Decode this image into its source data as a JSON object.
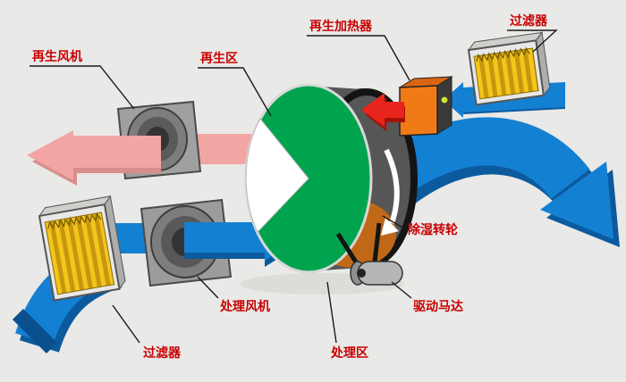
{
  "diagram": {
    "labels": {
      "regen_fan": "再生风机",
      "regen_zone": "再生区",
      "regen_heater": "再生加热器",
      "filter_top": "过滤器",
      "wheel": "除湿转轮",
      "drive_motor": "驱动马达",
      "process_fan": "处理风机",
      "process_zone": "处理区",
      "filter_bottom": "过滤器"
    },
    "colors": {
      "background": "#e9e9e7",
      "process_air": "#1480d2",
      "process_air_dark": "#0b5a9e",
      "regen_exhaust": "#f2a5a3",
      "regen_exhaust_dark": "#d88f8c",
      "hot_air": "#e8251c",
      "wheel_face": "#00a44e",
      "wheel_body": "#565656",
      "heater": "#f07b16",
      "filter": "#f3c61b",
      "label_text": "#c80000"
    }
  }
}
